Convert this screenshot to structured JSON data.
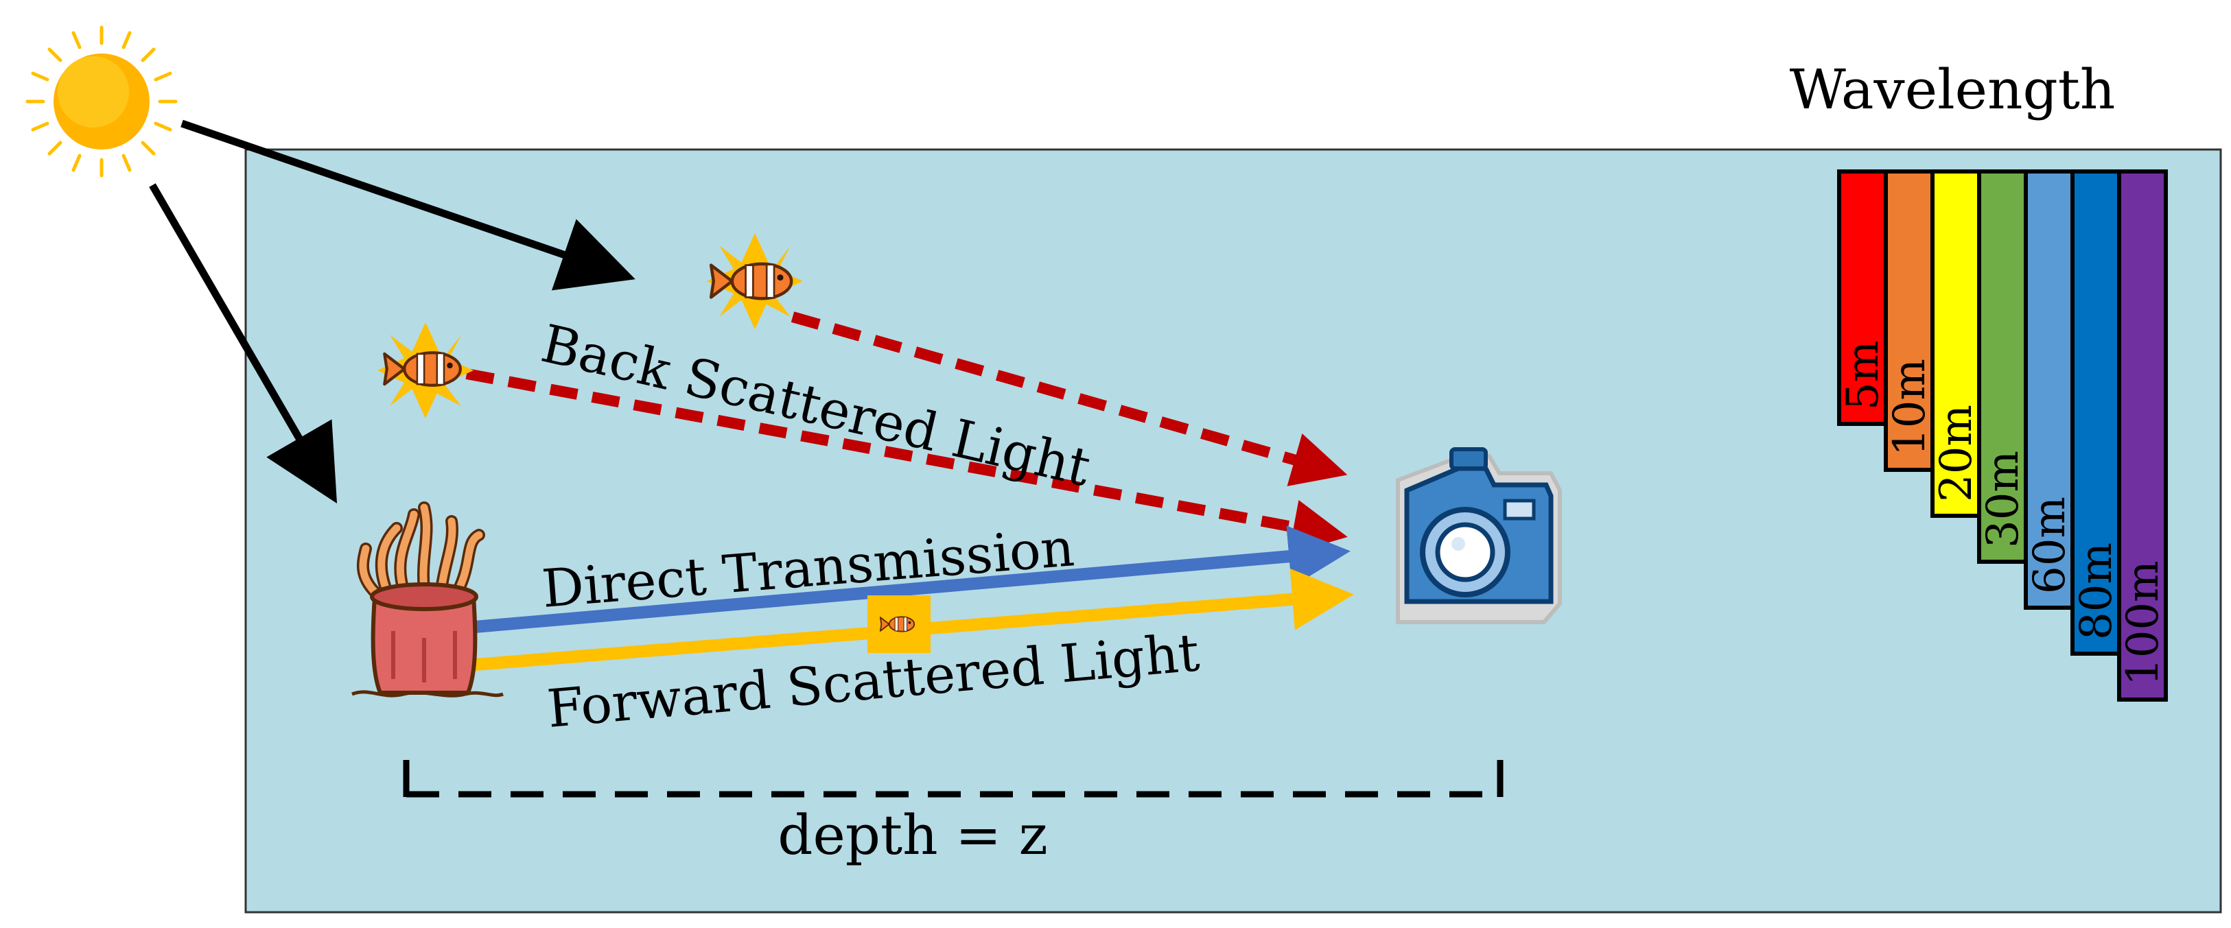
{
  "diagram": {
    "labels": {
      "wavelength_title": "Wavelength",
      "back_scattered": "Back Scattered Light",
      "direct_transmission": "Direct Transmission",
      "forward_scattered": "Forward Scattered Light",
      "depth": "depth = z"
    },
    "wavelength_bars": [
      {
        "label": "5m",
        "color": "#ff0000",
        "depth_m": 5
      },
      {
        "label": "10m",
        "color": "#ed7d31",
        "depth_m": 10
      },
      {
        "label": "20m",
        "color": "#ffff00",
        "depth_m": 20
      },
      {
        "label": "30m",
        "color": "#70ad47",
        "depth_m": 30
      },
      {
        "label": "60m",
        "color": "#5b9bd5",
        "depth_m": 60
      },
      {
        "label": "80m",
        "color": "#0070c0",
        "depth_m": 80
      },
      {
        "label": "100m",
        "color": "#7030a0",
        "depth_m": 100
      }
    ],
    "colors": {
      "water": "#b5dbe5",
      "back_scatter_arrow": "#c00000",
      "direct_arrow": "#4472c4",
      "forward_arrow": "#ffc000",
      "sun": "#ffc000",
      "sun_arrow": "#000000"
    },
    "icons": [
      "sun-icon",
      "clownfish-icon",
      "sea-anemone-icon",
      "camera-icon"
    ]
  }
}
